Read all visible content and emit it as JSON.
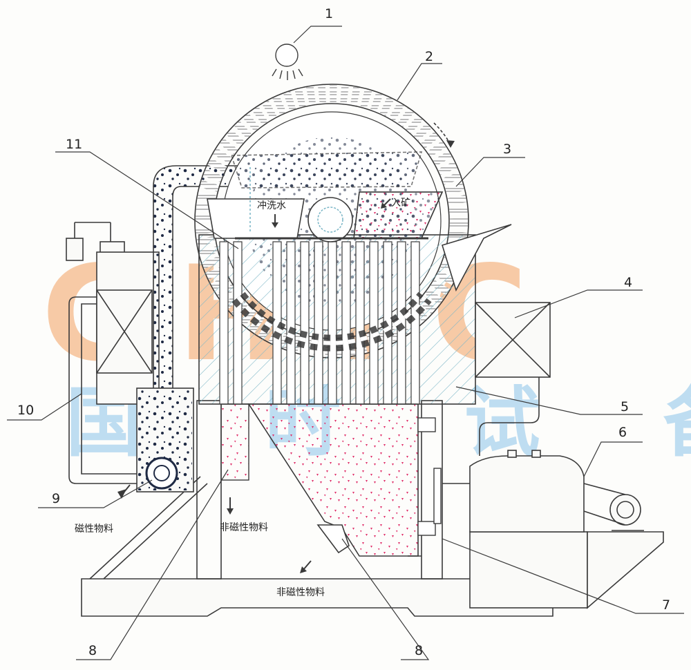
{
  "callouts": {
    "c1": "1",
    "c2": "2",
    "c3": "3",
    "c4": "4",
    "c5": "5",
    "c6": "6",
    "c7": "7",
    "c8a": "8",
    "c8b": "8",
    "c9": "9",
    "c10": "10",
    "c11": "11"
  },
  "annotations": {
    "flush_water": "冲洗水",
    "feed": "入矿",
    "magnetic_left": "磁性物料",
    "nonmagnetic_mid": "非磁性物料",
    "nonmagnetic_base": "非磁性物料"
  },
  "watermark": {
    "top": "GHTC",
    "bottom": "国 时 试 备"
  },
  "colors": {
    "line": "#3a3a3a",
    "hatch": "#7fb8c8",
    "magnetic_particles": "#1f2a44",
    "nonmagnetic_particles": "#e0306a",
    "watermark_orange": "#f6b98a",
    "watermark_blue": "#a9d3ee"
  }
}
